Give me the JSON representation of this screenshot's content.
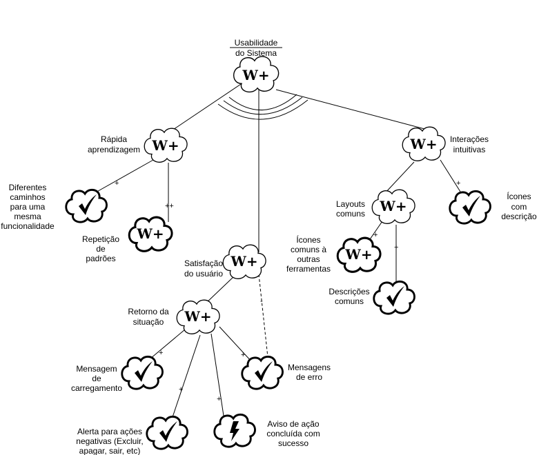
{
  "root": {
    "title_lines": [
      "Usabilidade",
      "do Sistema"
    ],
    "symbol": "W+"
  },
  "nodes": {
    "rapida": {
      "label_lines": [
        "Rápida",
        "aprendizagem"
      ],
      "symbol": "W+"
    },
    "interacoes": {
      "label_lines": [
        "Interações",
        "intuitivas"
      ],
      "symbol": "W+"
    },
    "satisfacao": {
      "label_lines": [
        "Satisfação",
        "do usuário"
      ],
      "symbol": "W+"
    },
    "diferentes": {
      "label_lines": [
        "Diferentes",
        "caminhos",
        "para uma",
        "mesma",
        "funcionalidade"
      ],
      "symbol": "check-icon"
    },
    "repeticao": {
      "label_lines": [
        "Repetição",
        "de",
        "padrões"
      ],
      "symbol": "W+"
    },
    "layouts": {
      "label_lines": [
        "Layouts",
        "comuns"
      ],
      "symbol": "W+"
    },
    "icones_descricao": {
      "label_lines": [
        "Ícones",
        "com",
        "descrição"
      ],
      "symbol": "check-icon"
    },
    "icones_comuns": {
      "label_lines": [
        "Ícones",
        "comuns à",
        "outras",
        "ferramentas"
      ],
      "symbol": "W+"
    },
    "descricoes": {
      "label_lines": [
        "Descrições",
        "comuns"
      ],
      "symbol": "check-icon"
    },
    "retorno": {
      "label_lines": [
        "Retorno da",
        "situação"
      ],
      "symbol": "W+"
    },
    "mensagens_erro": {
      "label_lines": [
        "Mensagens",
        "de erro"
      ],
      "symbol": "check-icon"
    },
    "mensagem_carregamento": {
      "label_lines": [
        "Mensagem",
        "de",
        "carregamento"
      ],
      "symbol": "check-icon"
    },
    "alerta": {
      "label_lines": [
        "Alerta para ações",
        "negativas (Excluir,",
        "apagar, sair, etc)"
      ],
      "symbol": "check-icon"
    },
    "aviso": {
      "label_lines": [
        "Aviso de ação",
        "concluída com",
        "sucesso"
      ],
      "symbol": "lightning-icon"
    }
  },
  "edges": {
    "rapida_diferentes": "+",
    "rapida_repeticao": "++",
    "interacoes_icones_descricao": "+",
    "layouts_icones_comuns": "+",
    "layouts_descricoes": "+",
    "satisfacao_mensagens_erro": "-",
    "retorno_mensagem_carregamento": "+",
    "retorno_alerta": "+",
    "retorno_aviso": "+",
    "retorno_mensagens_erro": "+"
  }
}
